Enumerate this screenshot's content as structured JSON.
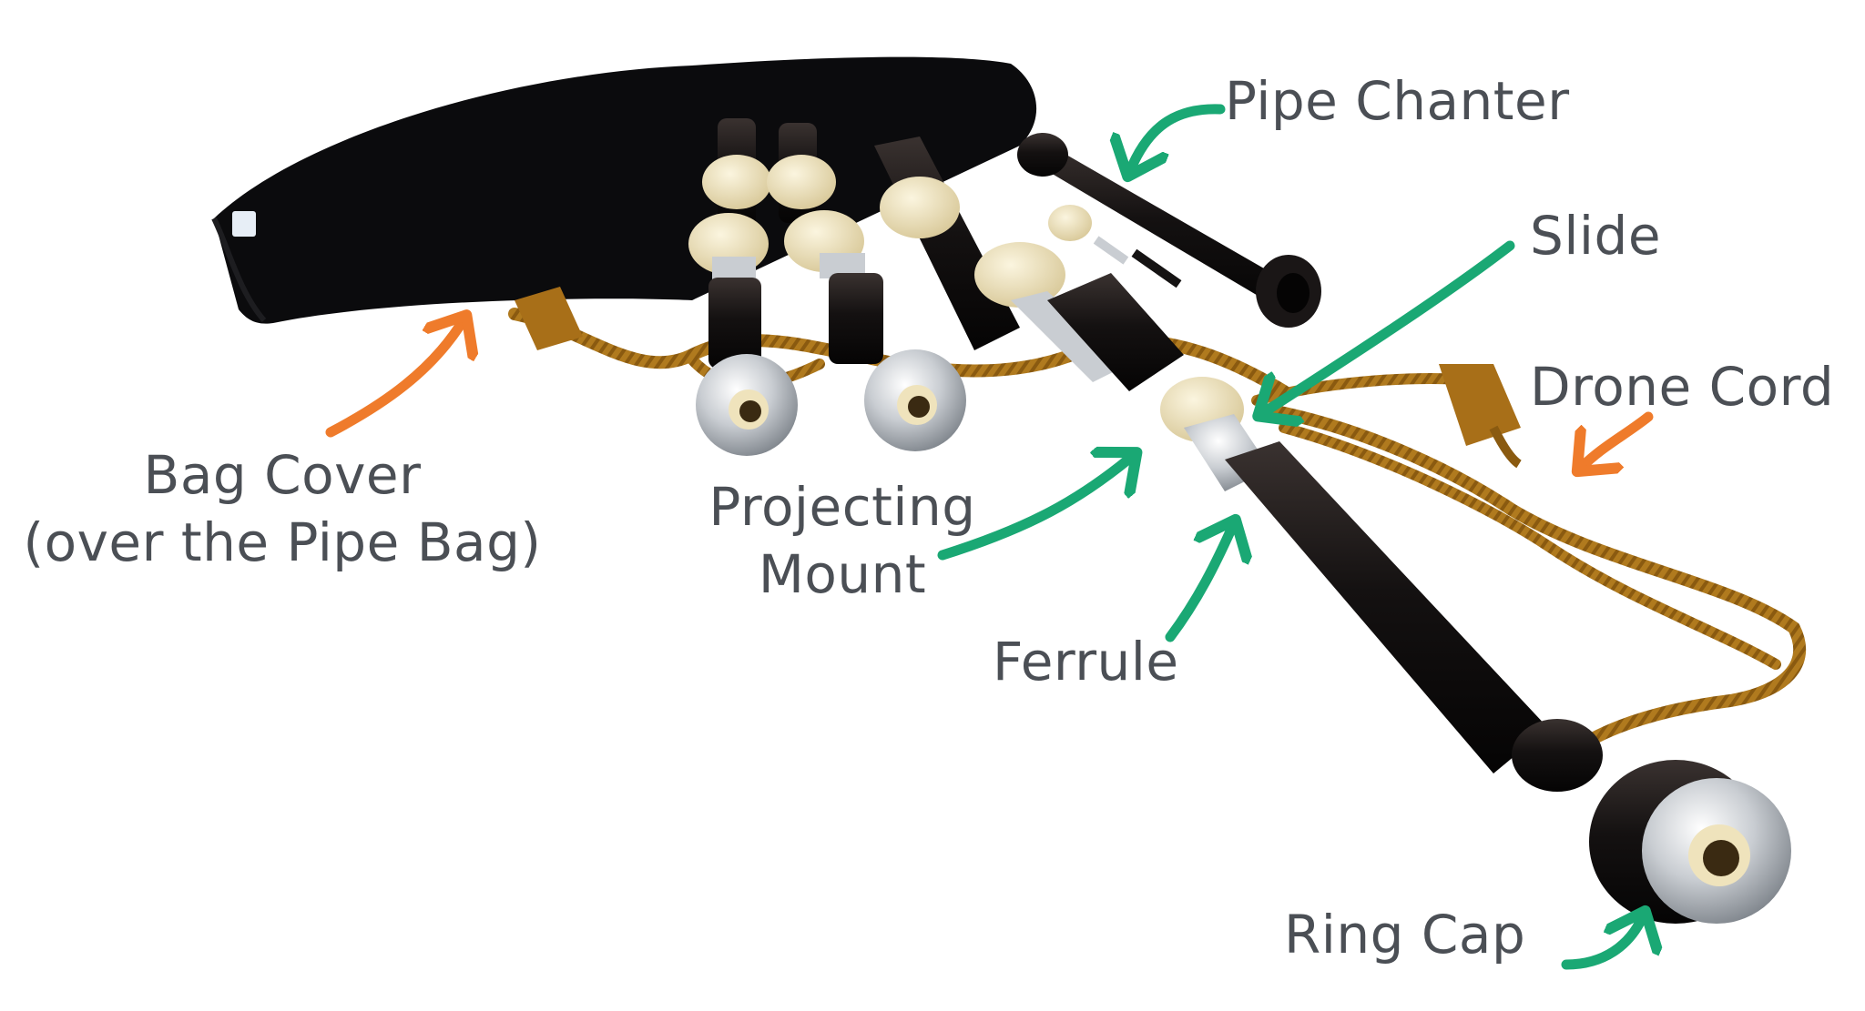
{
  "colors": {
    "background": "#ffffff",
    "label_text": "#4b4f55",
    "arrow_green": "#1aa874",
    "arrow_orange": "#ef7b2b",
    "bag_black": "#0b0b0d",
    "wood_black": "#151313",
    "ivory": "#efe3bc",
    "silver": "#cfd3d8",
    "gold_cord": "#b07a1e"
  },
  "labels": {
    "pipe_chanter": "Pipe Chanter",
    "slide": "Slide",
    "drone_cord": "Drone Cord",
    "bag_cover_line1": "Bag Cover",
    "bag_cover_line2": "(over the Pipe Bag)",
    "projecting_mount_line1": "Projecting",
    "projecting_mount_line2": "Mount",
    "ferrule": "Ferrule",
    "ring_cap": "Ring Cap"
  }
}
